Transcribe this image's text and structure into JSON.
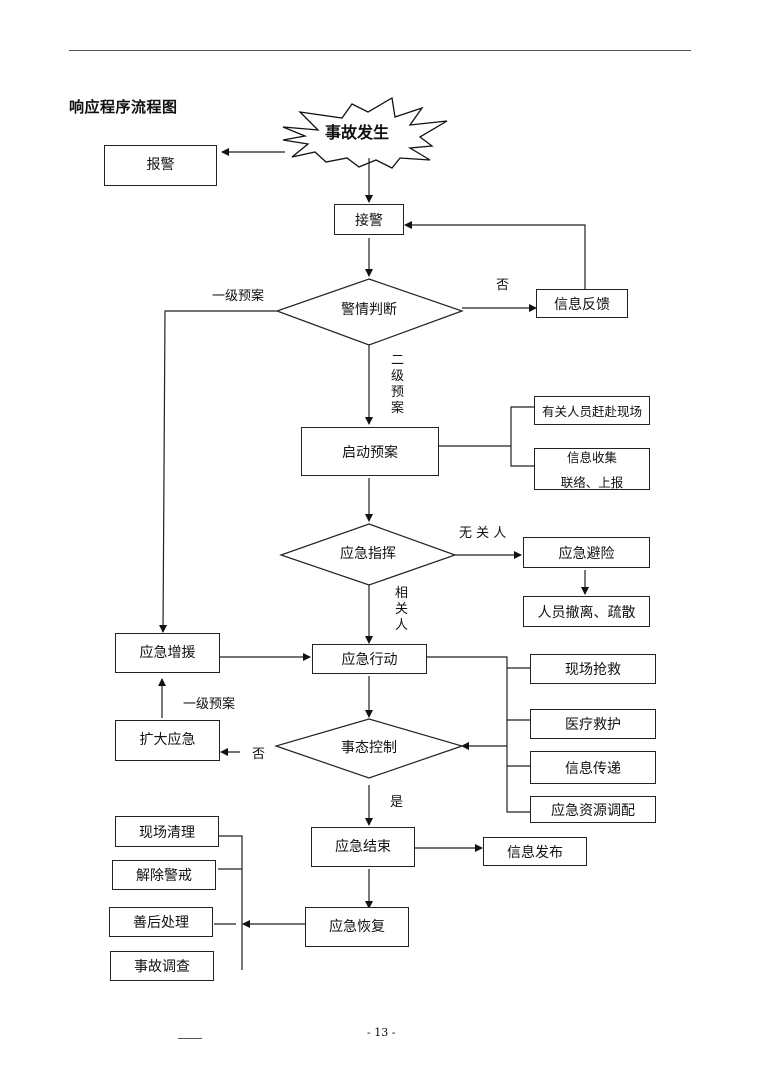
{
  "page": {
    "title": "响应程序流程图",
    "page_number": "- 13 -"
  },
  "nodes": {
    "start": "事故发生",
    "alarm": "报警",
    "receive_alarm": "接警",
    "judge": "警情判断",
    "feedback": "信息反馈",
    "activate_plan": "启动预案",
    "personnel_to_site": "有关人员赶赴现场",
    "info_collect_line1": "信息收集",
    "info_collect_line2": "联络、上报",
    "command": "应急指挥",
    "evacuate_risk": "应急避险",
    "evacuation": "人员撤离、疏散",
    "reinforce": "应急增援",
    "action": "应急行动",
    "onsite_rescue": "现场抢救",
    "medical_care": "医疗救护",
    "info_transfer": "信息传递",
    "resource_dispatch": "应急资源调配",
    "expand": "扩大应急",
    "control": "事态控制",
    "end": "应急结束",
    "info_release": "信息发布",
    "recovery": "应急恢复",
    "site_cleanup": "现场清理",
    "lift_alert": "解除警戒",
    "aftermath": "善后处理",
    "investigation": "事故调查"
  },
  "edge_labels": {
    "level1_plan_top": "一级预案",
    "no_feedback": "否",
    "level2_plan": "二级预案",
    "unrelated_people": "无 关 人",
    "related_people": "相关人",
    "level1_plan_bottom": "一级预案",
    "no_expand": "否",
    "yes_end": "是"
  }
}
